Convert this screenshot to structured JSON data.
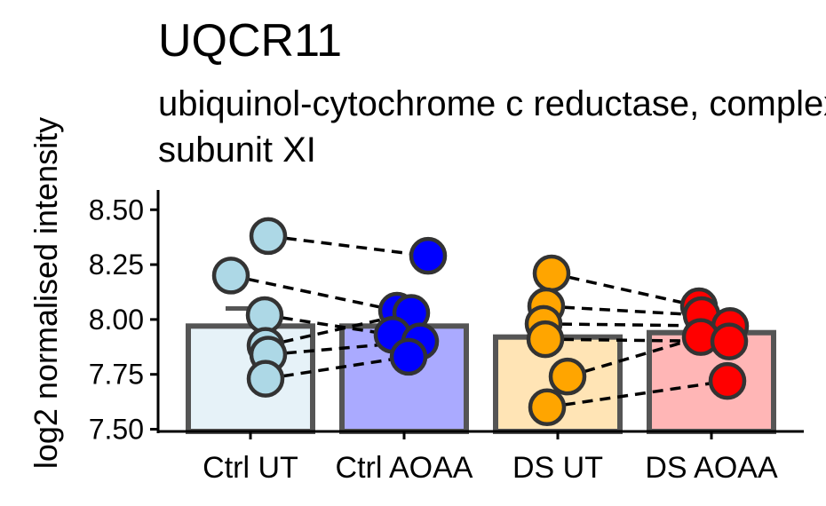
{
  "chart_data": {
    "type": "bar",
    "title": "UQCR11",
    "subtitle_lines": [
      "ubiquinol-cytochrome c reductase, complex III",
      "subunit XI"
    ],
    "ylabel": "log2 normalised intensity",
    "xlabel": "",
    "categories": [
      "Ctrl UT",
      "Ctrl AOAA",
      "DS UT",
      "DS AOAA"
    ],
    "bar_values": [
      7.97,
      7.97,
      7.92,
      7.94
    ],
    "error_bar_upper": [
      8.05,
      null,
      null,
      null
    ],
    "ylim": [
      7.49,
      8.59
    ],
    "y_ticks": [
      "7.50",
      "7.75",
      "8.00",
      "8.25",
      "8.50"
    ],
    "y_tick_values": [
      7.5,
      7.75,
      8.0,
      8.25,
      8.5
    ],
    "bar_fill_colors": [
      "#E6F2F8",
      "#AAAAFF",
      "#FFE4B5",
      "#FFB6B6"
    ],
    "point_colors": [
      "#ADD8E6",
      "#0000FF",
      "#FFA500",
      "#FF0000"
    ],
    "bar_outline_color": "#555555",
    "points": [
      [
        8.38,
        8.2,
        8.02,
        7.88,
        7.84,
        7.73
      ],
      [
        8.29,
        8.04,
        8.03,
        7.93,
        7.9,
        7.83
      ],
      [
        8.21,
        8.06,
        7.98,
        7.91,
        7.74,
        7.6
      ],
      [
        8.06,
        8.02,
        7.97,
        7.92,
        7.9,
        7.72
      ]
    ],
    "paired_lines": [
      {
        "from": [
          0,
          8.38
        ],
        "to": [
          1,
          8.29
        ]
      },
      {
        "from": [
          0,
          8.2
        ],
        "to": [
          1,
          8.04
        ]
      },
      {
        "from": [
          0,
          8.02
        ],
        "to": [
          1,
          7.93
        ]
      },
      {
        "from": [
          0,
          7.88
        ],
        "to": [
          1,
          8.03
        ]
      },
      {
        "from": [
          0,
          7.84
        ],
        "to": [
          1,
          7.9
        ]
      },
      {
        "from": [
          0,
          7.73
        ],
        "to": [
          1,
          7.83
        ]
      },
      {
        "from": [
          2,
          8.21
        ],
        "to": [
          3,
          8.06
        ]
      },
      {
        "from": [
          2,
          8.06
        ],
        "to": [
          3,
          8.02
        ]
      },
      {
        "from": [
          2,
          7.98
        ],
        "to": [
          3,
          7.97
        ]
      },
      {
        "from": [
          2,
          7.91
        ],
        "to": [
          3,
          7.9
        ]
      },
      {
        "from": [
          2,
          7.74
        ],
        "to": [
          3,
          7.92
        ]
      },
      {
        "from": [
          2,
          7.6
        ],
        "to": [
          3,
          7.72
        ]
      }
    ],
    "grid": false,
    "legend": "none"
  }
}
